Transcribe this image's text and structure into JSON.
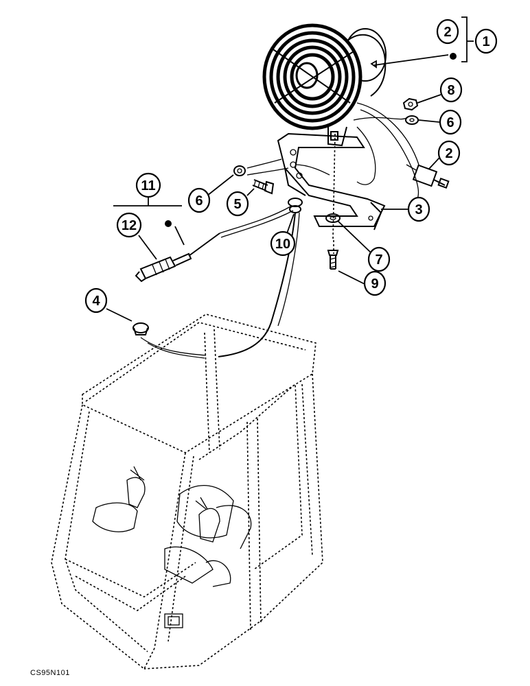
{
  "callouts": {
    "c1": "1",
    "c2a": "2",
    "c2b": "2",
    "c3": "3",
    "c4": "4",
    "c5": "5",
    "c6a": "6",
    "c6b": "6",
    "c7": "7",
    "c8": "8",
    "c9": "9",
    "c10": "10",
    "c11": "11",
    "c12": "12"
  },
  "drawing_id": "CS95N101"
}
